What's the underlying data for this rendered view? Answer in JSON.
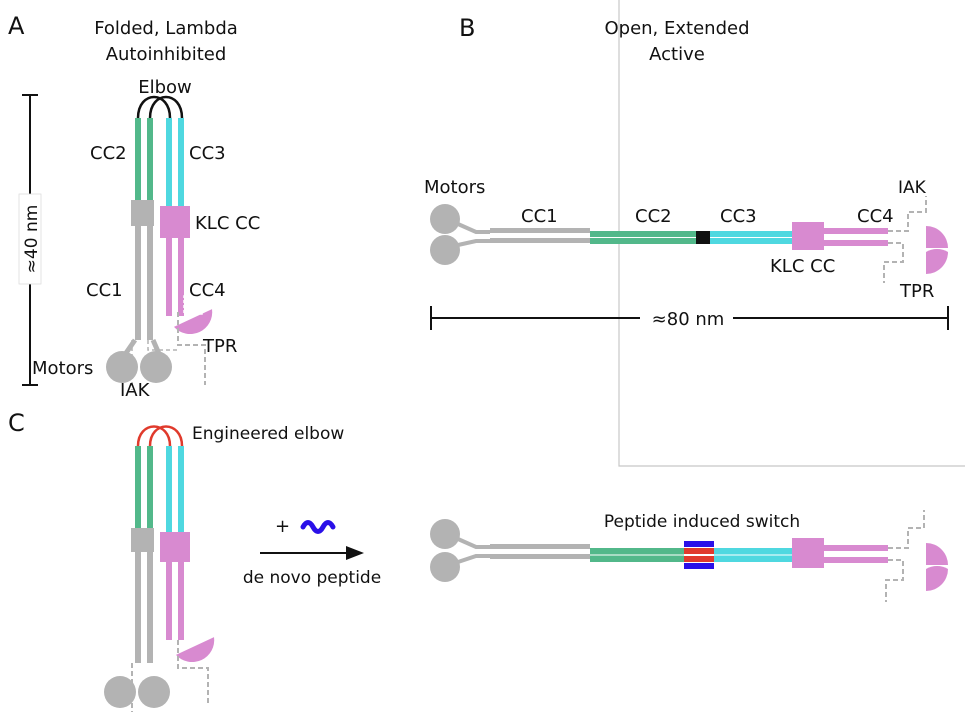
{
  "colors": {
    "gray": "#b3b3b3",
    "green": "#52b88a",
    "cyan": "#4fd8e0",
    "pink": "#d88ad0",
    "black": "#111111",
    "red": "#e03a2c",
    "blue": "#2a10e8"
  },
  "panel_a": {
    "letter": "A",
    "title_line1": "Folded, Lambda",
    "title_line2": "Autoinhibited",
    "elbow": "Elbow",
    "cc2": "CC2",
    "cc3": "CC3",
    "klc_cc": "KLC CC",
    "scale": "≈40 nm",
    "cc1": "CC1",
    "cc4": "CC4",
    "tpr": "TPR",
    "motors": "Motors",
    "iak": "IAK"
  },
  "panel_b": {
    "letter": "B",
    "title_line1": "Open, Extended",
    "title_line2": "Active",
    "motors": "Motors",
    "cc1": "CC1",
    "cc2": "CC2",
    "cc3": "CC3",
    "cc4": "CC4",
    "iak": "IAK",
    "klc_cc": "KLC CC",
    "tpr": "TPR",
    "scale": "≈80 nm"
  },
  "panel_c": {
    "letter": "C",
    "engineered_elbow": "Engineered elbow",
    "plus": "+",
    "arrow_label": "de novo peptide",
    "switch_label": "Peptide induced switch"
  }
}
